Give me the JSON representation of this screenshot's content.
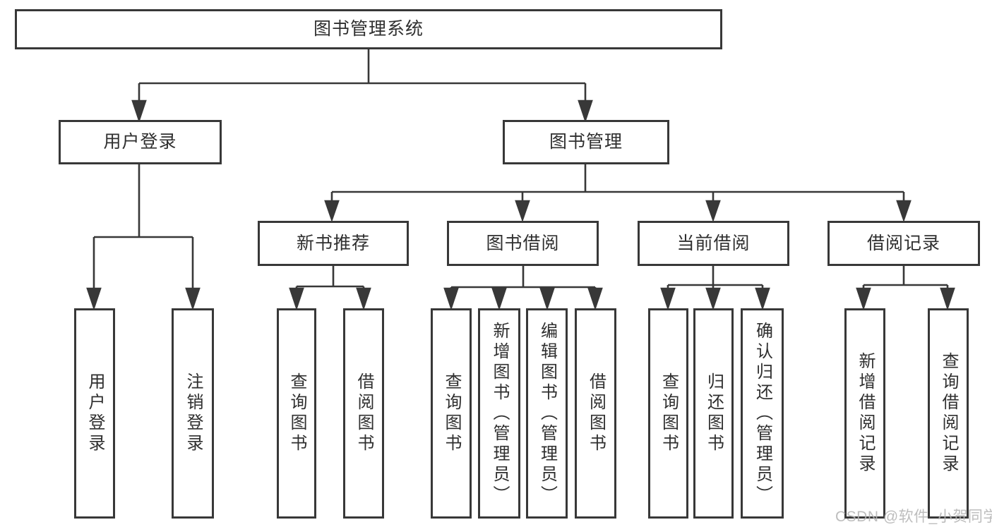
{
  "colors": {
    "line": "#383838",
    "box_border": "#383838",
    "text": "#2f2f2f",
    "watermark": "#b5b5b5",
    "background": "#ffffff"
  },
  "watermark": {
    "text": "CSDN @软件_小贺同学"
  },
  "tree": {
    "label": "图书管理系统",
    "children": [
      {
        "label": "用户登录",
        "children": [
          {
            "label": "用户登录"
          },
          {
            "label": "注销登录"
          }
        ]
      },
      {
        "label": "图书管理",
        "children": [
          {
            "label": "新书推荐",
            "children": [
              {
                "label": "查询图书"
              },
              {
                "label": "借阅图书"
              }
            ]
          },
          {
            "label": "图书借阅",
            "children": [
              {
                "label": "查询图书"
              },
              {
                "label": "新增图书（管理员）"
              },
              {
                "label": "编辑图书（管理员）"
              },
              {
                "label": "借阅图书"
              }
            ]
          },
          {
            "label": "当前借阅",
            "children": [
              {
                "label": "查询图书"
              },
              {
                "label": "归还图书"
              },
              {
                "label": "确认归还（管理员）"
              }
            ]
          },
          {
            "label": "借阅记录",
            "children": [
              {
                "label": "新增借阅记录"
              },
              {
                "label": "查询借阅记录"
              }
            ]
          }
        ]
      }
    ]
  }
}
